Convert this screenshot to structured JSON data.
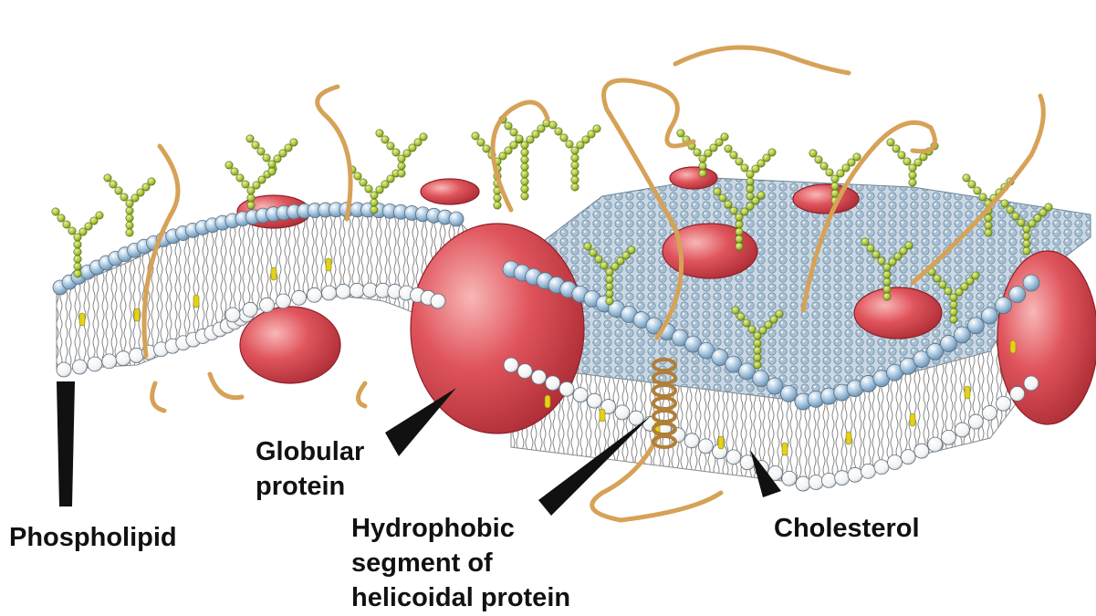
{
  "figure": {
    "subject": "cell membrane fluid mosaic",
    "colors": {
      "protein": "#d9474f",
      "protein_highlight": "#f5a3a3",
      "head_upper": "#8fb4d4",
      "head_lower": "#ffffff",
      "head_outline": "#5b6d7d",
      "tail": "#6b6b6b",
      "cholesterol": "#e3d21a",
      "glycan_bead": "#a8c23a",
      "glycan_outline": "#4f6b10",
      "protein_fiber": "#d6a257",
      "pointer": "#111111"
    }
  },
  "labels": {
    "phospholipid": "Phospholipid",
    "globular_line1": "Globular",
    "globular_line2": "protein",
    "hydrophobic_line1": "Hydrophobic",
    "hydrophobic_line2": "segment of",
    "hydrophobic_line3": "helicoidal protein",
    "cholesterol": "Cholesterol"
  }
}
